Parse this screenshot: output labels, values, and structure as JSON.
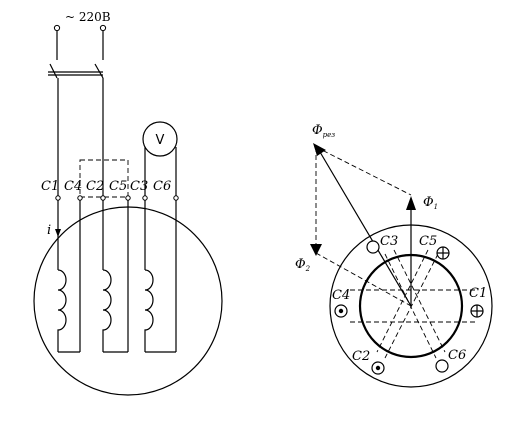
{
  "supply": {
    "label": "~ 220В"
  },
  "voltmeter": {
    "label": "V"
  },
  "current": {
    "label": "i"
  },
  "terminals": [
    "C1",
    "C4",
    "C2",
    "C5",
    "C3",
    "C6"
  ],
  "vectors": {
    "resultant": {
      "symbol": "Φ",
      "subscript": "рез"
    },
    "phi1": {
      "symbol": "Φ",
      "subscript": "1"
    },
    "phi2": {
      "symbol": "Φ",
      "subscript": "2"
    }
  },
  "stator_labels": {
    "c1": "C1",
    "c2": "C2",
    "c3": "C3",
    "c4": "C4",
    "c5": "C5",
    "c6": "C6"
  }
}
